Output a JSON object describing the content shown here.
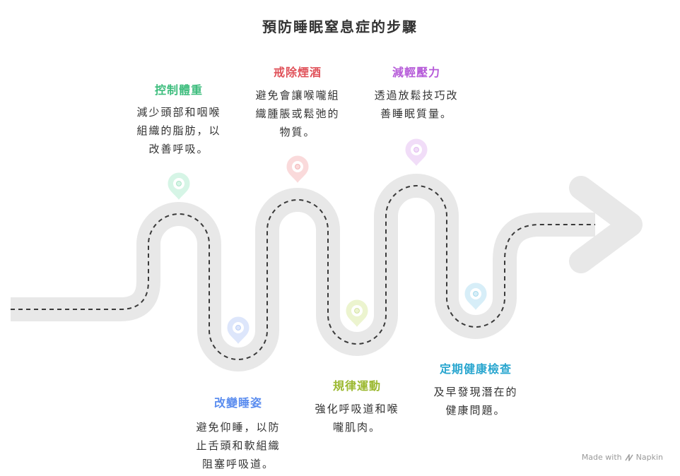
{
  "title": "預防睡眠窒息症的步驟",
  "steps": [
    {
      "title": "控制體重",
      "color": "#3dbd7d",
      "pin_fill": "#d6f5e6",
      "desc": [
        "減少頭部和咽喉",
        "組織的脂肪，以",
        "改善呼吸。"
      ]
    },
    {
      "title": "改變睡姿",
      "color": "#5b8def",
      "pin_fill": "#dde6fb",
      "desc": [
        "避免仰睡，以防",
        "止舌頭和軟組織",
        "阻塞呼吸道。"
      ]
    },
    {
      "title": "戒除煙酒",
      "color": "#e0525a",
      "pin_fill": "#fadadb",
      "desc": [
        "避免會讓喉嚨組",
        "織腫脹或鬆弛的",
        "物質。"
      ]
    },
    {
      "title": "規律運動",
      "color": "#9bb82f",
      "pin_fill": "#ecf4cf",
      "desc": [
        "強化呼吸道和喉",
        "嚨肌肉。"
      ]
    },
    {
      "title": "減輕壓力",
      "color": "#b65bd9",
      "pin_fill": "#f1ddf8",
      "desc": [
        "透過放鬆技巧改",
        "善睡眠質量。"
      ]
    },
    {
      "title": "定期健康檢查",
      "color": "#29a6cf",
      "pin_fill": "#d7eef8",
      "desc": [
        "及早發現潛在的",
        "健康問題。"
      ]
    }
  ],
  "footer": {
    "made_with": "Made with",
    "brand": "Napkin"
  }
}
